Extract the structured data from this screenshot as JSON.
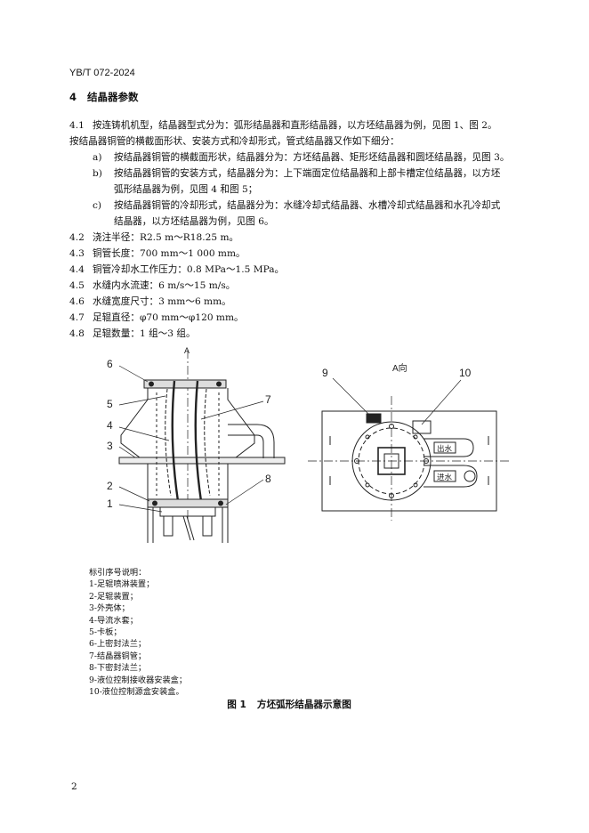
{
  "header": {
    "code": "YB/T 072-2024"
  },
  "section": {
    "num": "4",
    "title": "结晶器参数"
  },
  "paras": [
    {
      "num": "4.1",
      "text": "按连铸机机型，结晶器型式分为：弧形结晶器和直形结晶器，以方坯结晶器为例，见图 1、图 2。"
    },
    {
      "text": "按结晶器铜管的横截面形状、安装方式和冷却形式，管式结晶器又作如下细分："
    },
    {
      "label": "a)",
      "text": "按结晶器铜管的横截面形状，结晶器分为：方坯结晶器、矩形坯结晶器和圆坯结晶器，见图 3。"
    },
    {
      "label": "b)",
      "text": "按结晶器铜管的安装方式，结晶器分为：上下端面定位结晶器和上部卡槽定位结晶器，以方坯"
    },
    {
      "text": "弧形结晶器为例，见图 4 和图 5；"
    },
    {
      "label": "c)",
      "text": "按结晶器铜管的冷却形式，结晶器分为：水缝冷却式结晶器、水槽冷却式结晶器和水孔冷却式"
    },
    {
      "text": "结晶器，以方坯结晶器为例，见图 6。"
    },
    {
      "num": "4.2",
      "text": "浇注半径：R2.5 m～R18.25 m。"
    },
    {
      "num": "4.3",
      "text": "铜管长度：700 mm～1 000 mm。"
    },
    {
      "num": "4.4",
      "text": "铜管冷却水工作压力：0.8 MPa～1.5 MPa。"
    },
    {
      "num": "4.5",
      "text": "水缝内水流速：6 m/s～15 m/s。"
    },
    {
      "num": "4.6",
      "text": "水缝宽度尺寸：3 mm～6 mm。"
    },
    {
      "num": "4.7",
      "text": "足辊直径：φ70 mm～φ120 mm。"
    },
    {
      "num": "4.8",
      "text": "足辊数量：1 组～3 组。"
    }
  ],
  "figure": {
    "labels_left": [
      "6",
      "5",
      "4",
      "3",
      "2",
      "1",
      "7",
      "8"
    ],
    "section_mark": "A",
    "right_title": "A向",
    "labels_right": [
      "9",
      "10"
    ],
    "water_out": "出水",
    "water_in": "进水"
  },
  "legend": {
    "title": "标引序号说明：",
    "items": [
      "1-足辊喷淋装置；",
      "2-足辊装置；",
      "3-外壳体；",
      "4-导流水套；",
      "5-卡板；",
      "6-上密封法兰；",
      "7-结晶器铜管；",
      "8-下密封法兰；",
      "9-液位控制接收器安装盒；",
      "10-液位控制源盒安装盒。"
    ]
  },
  "caption": {
    "num": "图 1",
    "title": "方坯弧形结晶器示意图"
  },
  "footer": {
    "page": "2"
  }
}
